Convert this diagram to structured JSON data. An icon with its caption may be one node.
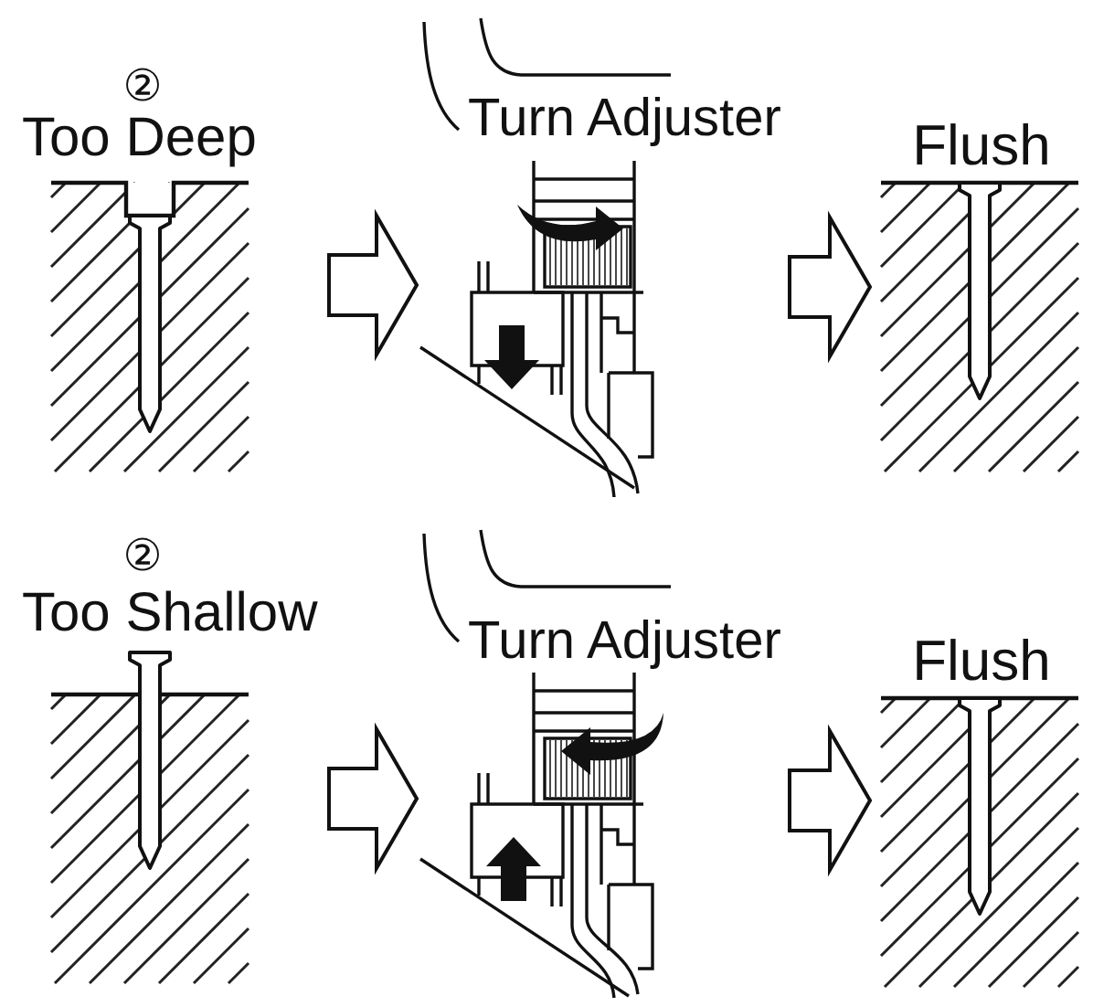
{
  "diagram": {
    "nodes": [
      {
        "text": [
          "②",
          "Too Deep"
        ]
      },
      {
        "text": [
          "Turn Adjuster"
        ]
      },
      {
        "text": [
          "Flush"
        ]
      },
      {
        "text": [
          "②",
          "Too Shallow"
        ]
      },
      {
        "text": [
          "Turn Adjuster"
        ]
      },
      {
        "text": [
          "Flush"
        ]
      }
    ],
    "edges": [
      {
        "from": 0,
        "to": 1,
        "arrow": "to"
      },
      {
        "from": 1,
        "to": 2,
        "arrow": "to"
      },
      {
        "from": 3,
        "to": 4,
        "arrow": "to"
      },
      {
        "from": 4,
        "to": 5,
        "arrow": "to"
      }
    ]
  }
}
